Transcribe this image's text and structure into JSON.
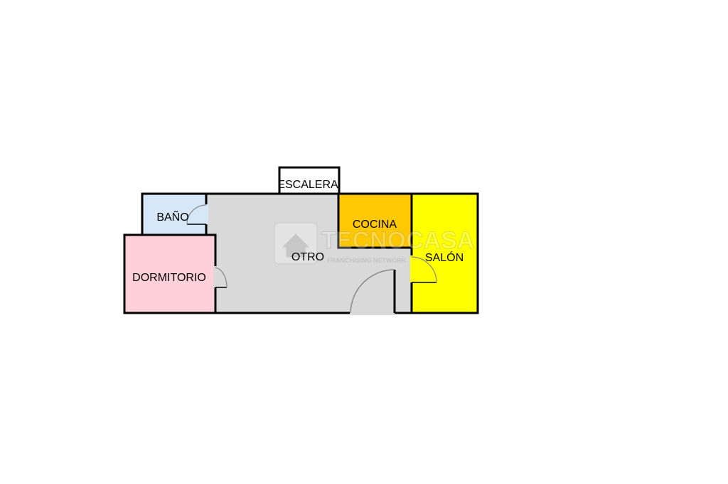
{
  "rooms": {
    "escalera": {
      "label": "ESCALERA",
      "color": "#ffffff"
    },
    "bano": {
      "label": "BAÑO",
      "color": "#d6e8f8"
    },
    "otro": {
      "label": "OTRO",
      "color": "#d9d9d9"
    },
    "cocina": {
      "label": "COCINA",
      "color": "#ffc800"
    },
    "salon": {
      "label": "SALÓN",
      "color": "#ffff00"
    },
    "dormitorio": {
      "label": "DORMITORIO",
      "color": "#ffd0da"
    }
  },
  "watermark": {
    "brand": "TECNOCASA",
    "tagline": "FRANCHISING NETWORK"
  },
  "colors": {
    "wall": "#000000",
    "door_arc": "#888888"
  }
}
